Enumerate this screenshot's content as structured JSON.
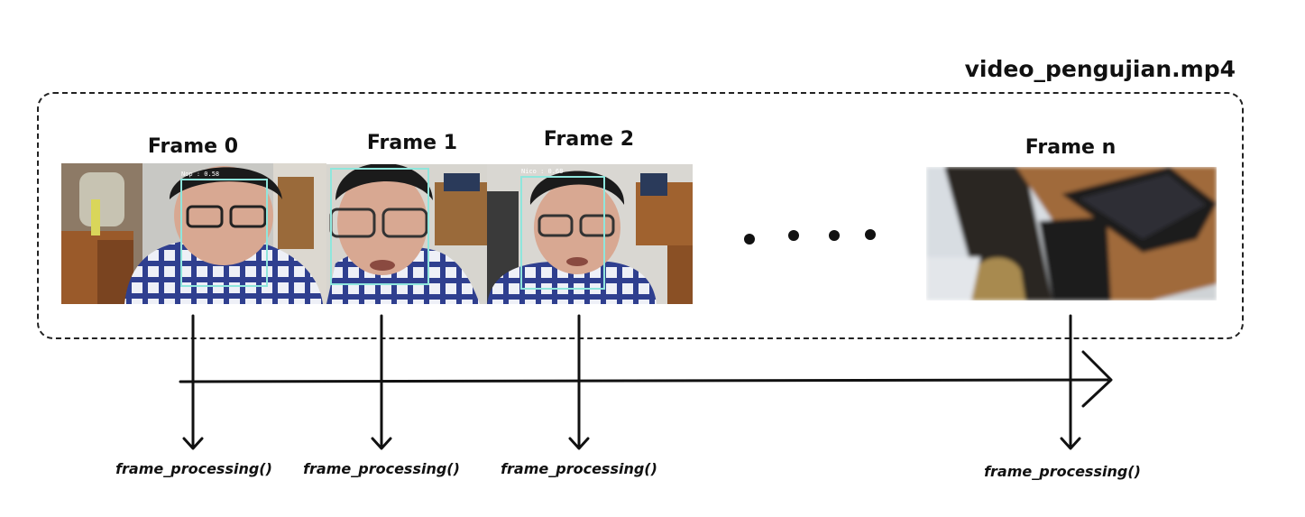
{
  "video": {
    "filename": "video_pengujian.mp4"
  },
  "frames": [
    {
      "label": "Frame 0",
      "function": "frame_processing()"
    },
    {
      "label": "Frame 1",
      "function": "frame_processing()"
    },
    {
      "label": "Frame 2",
      "function": "frame_processing()"
    },
    {
      "label": "Frame n",
      "function": "frame_processing()"
    }
  ],
  "overlay_text": {
    "frame0": "Nop : 0.58",
    "frame2": "Nico : 0.68"
  },
  "colors": {
    "stroke": "#111111",
    "face_box": "#8fe6dc",
    "shirt": "#2f3f8f",
    "desk": "#a0622f"
  }
}
